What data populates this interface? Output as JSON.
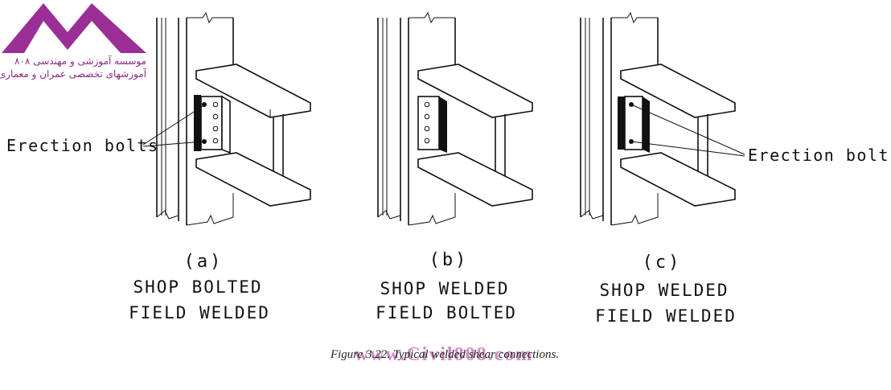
{
  "logo": {
    "line1": "موسسه آموزشی و مهندسی ۸۰۸",
    "line2": "آموزشهای تخصصی عمران و معماری",
    "color": "#9b2f96"
  },
  "callouts": {
    "left": "Erection bolts",
    "right": "Erection bolts"
  },
  "panels": [
    {
      "letter": "(a)",
      "line1": "SHOP BOLTED",
      "line2": "FIELD WELDED"
    },
    {
      "letter": "(b)",
      "line1": "SHOP WELDED",
      "line2": "FIELD BOLTED"
    },
    {
      "letter": "(c)",
      "line1": "SHOP WELDED",
      "line2": "FIELD WELDED"
    }
  ],
  "caption": "Figure 3.22.  Typical welded shear connections.",
  "watermark": "www.Civil808.com"
}
